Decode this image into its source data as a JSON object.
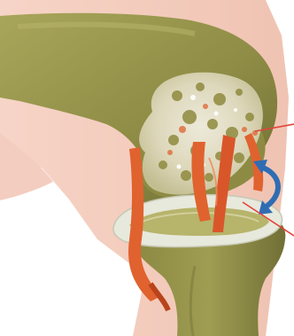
{
  "figure": {
    "subject": "knee-joint-illustration",
    "colors": {
      "background": "#ffffff",
      "skin": "#f2c7b7",
      "skin_dark": "#e9b6a4",
      "bone": "#9c9a4f",
      "bone_dark": "#7f7d3c",
      "bone_light": "#b8b56a",
      "cartilage": "#d9dcc9",
      "ligament": "#e0622f",
      "ligament_dark": "#b9441c",
      "lesion_white": "#f4f1e6",
      "arrow": "#2f6db3",
      "pointer_line": "#e2433a"
    },
    "annotations": {
      "pointer_lines": 2,
      "motion_arrow": "double-headed-curved-arrow"
    }
  }
}
